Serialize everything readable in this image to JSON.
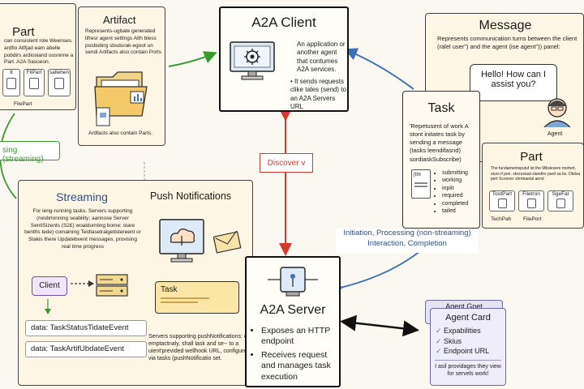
{
  "part_top_left": {
    "title": "Part",
    "desc": "can consistent role Weenses. ardfio Atlfjad eam abelle pobdirs ardiosiand oosnnne a Part. A2A Sasoeon.",
    "chips": [
      "tt",
      "FilPart",
      "sallehen"
    ],
    "caption": "FilePart"
  },
  "artifact": {
    "title": "Artifact",
    "desc": "Represents-ugbate generated lifresr agent settings Atlh bless posbsbirg sbsdurak-egoot un sendi Artifacts also contain Ports",
    "caption": "Ardfacts also contain Parts."
  },
  "a2a_client": {
    "title": "A2A Client",
    "desc": "An application or another agent that contumes A2A services.",
    "bullet": "It sends requests clike tales (send) to an A2A Servers URL"
  },
  "message": {
    "title": "Message",
    "desc": "Represents communication turns between the client (ralel user\") and the agent (ise agent\")) panel:",
    "bubble": "Hello! How can I assist you?",
    "agent_label": "Agent"
  },
  "task": {
    "title": "Task",
    "desc": "'Repetusent of work A stont initates task by sending a message (tasks leendifasnd) sordiaskSubscribe)",
    "doc_label": "[thl",
    "states": [
      "submitting",
      "working",
      "inpiit",
      "required",
      "completed",
      "tailed"
    ]
  },
  "part_right": {
    "title": "Part",
    "desc": "The fundamentsputuf ist the Mbslesere mortert, sturs if pon. sbcrosiaal slandtrs pard sa bs. Dtelsa pert Sconner shmbaetal aend",
    "chips": [
      "TootPart",
      "Filetron",
      "SgeFat"
    ],
    "captions": [
      "TechPah",
      "FilePort"
    ]
  },
  "streaming_label": "sing (streaming)",
  "discover_label": "Discover v",
  "streaming": {
    "title": "Streaming",
    "desc": "For leng-running tasks. Servers supporting (rwsbrlonning seabliity; aannose Server SentiSizents (S2£) woaldumting bome; stare benths tede) comaining Teidlasetraigetistereent or Stakis there Updatebvent messages, provising real time progress",
    "client_label": "Client",
    "event1": "data: TaskStatusTidateEvent",
    "event2": "data: TaskArtifUbdateEvent"
  },
  "push": {
    "title": "Push Notifications",
    "task_label": "Task",
    "desc": "Servers supporting pushNotifications: c emptactnaly, shall lask and se-- to a uient'previded wellhook URL, configured via tasks (pushNotificatio set."
  },
  "a2a_server": {
    "title": "A2A Server",
    "bullets": [
      "Exposes an HTTP endpoint",
      "Receives request and manages task execution"
    ]
  },
  "interaction_label": {
    "line1": "Initiation, Processing (non-streaming)",
    "line2": "Interaction, Completion"
  },
  "agent_card": {
    "back_title": "Agent Gnet",
    "title": "Agent Card",
    "items": [
      "Expabilities",
      "Skius",
      "Endpoint URL"
    ],
    "note": "I asil providages they view for servels work!"
  },
  "colors": {
    "green": "#3a9a2e",
    "red": "#d63a2f",
    "blue": "#3f6fb5",
    "purple": "#6b6aa8"
  }
}
